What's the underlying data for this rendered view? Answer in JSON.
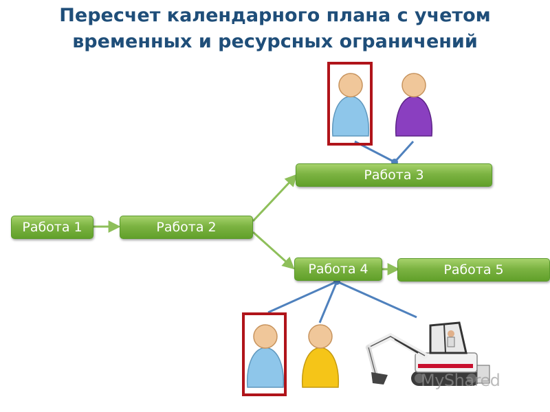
{
  "title": {
    "line1": "Пересчет календарного плана с учетом",
    "line2": "временных и ресурсных ограничений"
  },
  "tasks": [
    {
      "id": "w1",
      "label": "Работа 1"
    },
    {
      "id": "w2",
      "label": "Работа 2"
    },
    {
      "id": "w3",
      "label": "Работа 3"
    },
    {
      "id": "w4",
      "label": "Работа 4"
    },
    {
      "id": "w5",
      "label": "Работа 5"
    }
  ],
  "resources": {
    "task3": [
      {
        "icon": "person-icon",
        "color": "#8ec6ea",
        "selected": true
      },
      {
        "icon": "person-icon",
        "color": "#8a3fc0",
        "selected": false
      }
    ],
    "task4": [
      {
        "icon": "person-icon",
        "color": "#8ec6ea",
        "selected": true
      },
      {
        "icon": "person-icon",
        "color": "#f5c518",
        "selected": false
      },
      {
        "icon": "excavator-icon",
        "color": "#ffffff",
        "selected": false
      }
    ]
  },
  "colors": {
    "title": "#1f4e79",
    "task_fill": "#7cb342",
    "arrow": "#9bc46a",
    "link": "#4f81bd",
    "selection": "#b0141a"
  },
  "watermark": "MyShared"
}
